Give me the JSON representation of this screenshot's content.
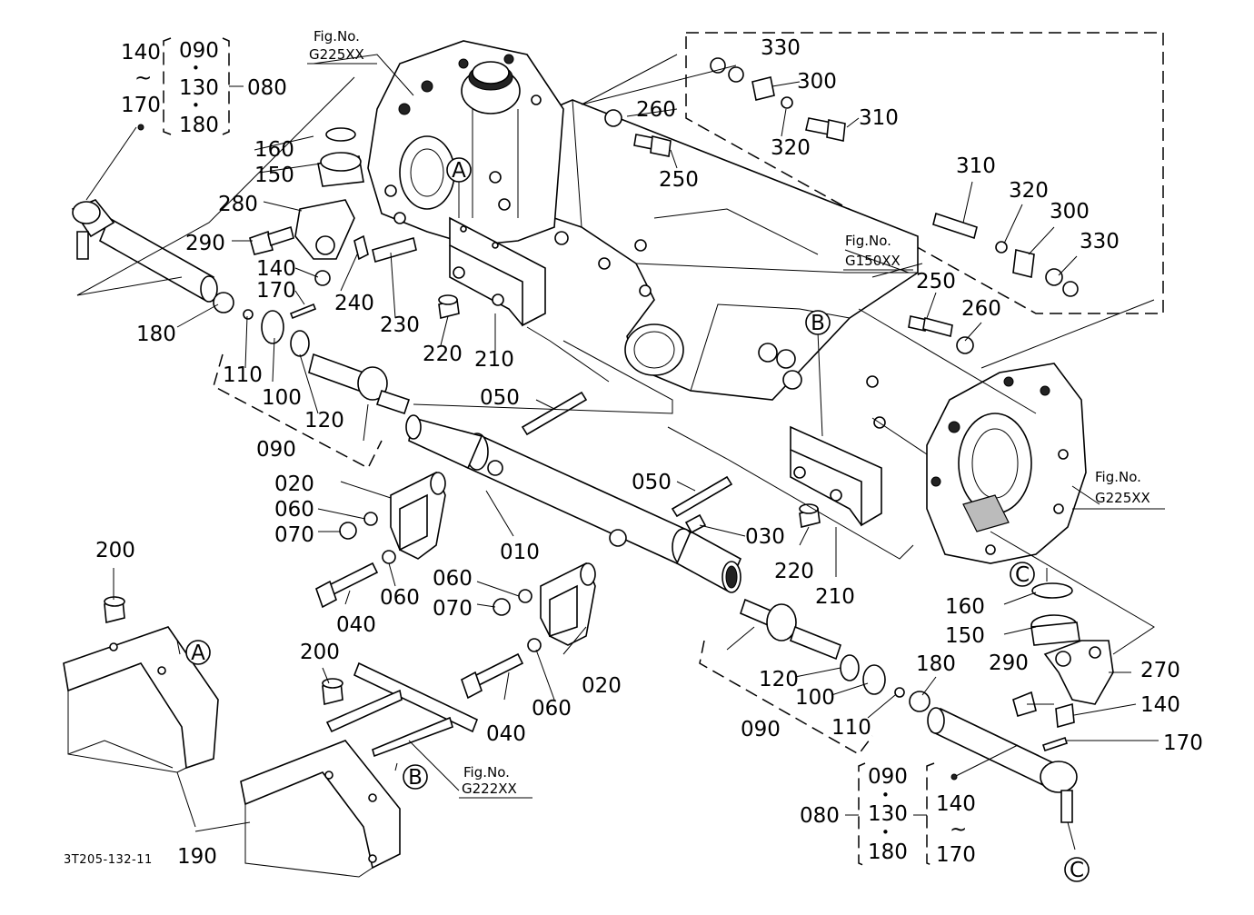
{
  "drawing_code": "3T205-132-11",
  "figure_refs": {
    "caption": "Fig.No.",
    "top_left": "G225XX",
    "center": "G150XX",
    "right": "G225XX",
    "bottom": "G222XX"
  },
  "markers": {
    "a": "A",
    "b": "B",
    "c": "C"
  },
  "callouts": {
    "c010": "010",
    "c020a": "020",
    "c020b": "020",
    "c030": "030",
    "c040a": "040",
    "c040b": "040",
    "c050a": "050",
    "c050b": "050",
    "c060a": "060",
    "c060b": "060",
    "c060c": "060",
    "c060d": "060",
    "c070a": "070",
    "c070b": "070",
    "c080a": "080",
    "c080b": "080",
    "c090a": "090",
    "c090b": "090",
    "c090c": "090",
    "c090d": "090",
    "c100a": "100",
    "c100b": "100",
    "c110a": "110",
    "c110b": "110",
    "c120a": "120",
    "c120b": "120",
    "c130a": "130",
    "c130b": "130",
    "c140a": "140",
    "c140b": "140",
    "c140c": "140",
    "c140d": "140",
    "c150a": "150",
    "c150b": "150",
    "c160a": "160",
    "c160b": "160",
    "c170a": "170",
    "c170b": "170",
    "c170c": "170",
    "c170d": "170",
    "c180a": "180",
    "c180b": "180",
    "c180c": "180",
    "c180d": "180",
    "c190": "190",
    "c200a": "200",
    "c200b": "200",
    "c210a": "210",
    "c210b": "210",
    "c220a": "220",
    "c220b": "220",
    "c230": "230",
    "c240": "240",
    "c250a": "250",
    "c250b": "250",
    "c260a": "260",
    "c260b": "260",
    "c270": "270",
    "c280": "280",
    "c290a": "290",
    "c290b": "290",
    "c300a": "300",
    "c300b": "300",
    "c310a": "310",
    "c310b": "310",
    "c320a": "320",
    "c320b": "320",
    "c330a": "330",
    "c330b": "330"
  },
  "range_marks": {
    "tilde": "~",
    "dot": "•"
  }
}
